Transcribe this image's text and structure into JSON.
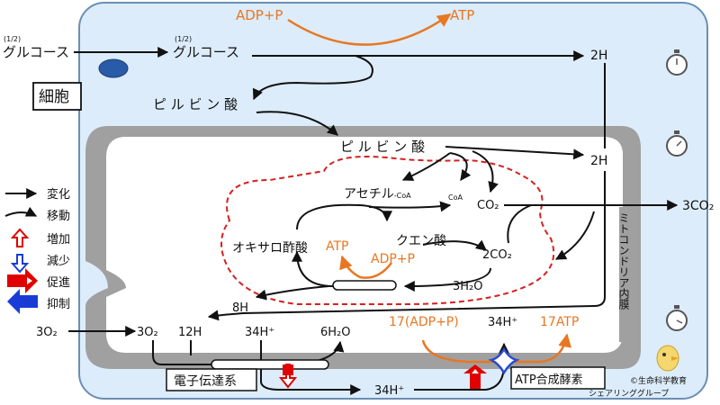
{
  "labels": {
    "adp_p_top": "ADP+P",
    "atp_top": "ATP",
    "glucose_half_a": "(1/2)",
    "glucose_a": "グルコース",
    "glucose_half_b": "(1/2)",
    "glucose_b": "グルコース",
    "two_h_top": "2H",
    "cell_box": "細胞",
    "pyruvate_a": "ピ ル ビ ン 酸",
    "pyruvate_b": "ピ ル ビ ン 酸",
    "two_h_mid": "2H",
    "acetyl": "アセチル",
    "acetyl_sub": "-CoA",
    "coa": "CoA",
    "co2_a": "CO₂",
    "three_co2": "3CO₂",
    "citric": "クエン酸",
    "oxalo": "オキサロ酢酸",
    "atp_mid": "ATP",
    "adp_p_mid": "ADP+P",
    "two_co2": "2CO₂",
    "three_h2o": "3H₂O",
    "eight_h": "8H",
    "three_o2_out": "3O₂",
    "three_o2_in": "3O₂",
    "twelve_h": "12H",
    "thirty_four_h_a": "34H⁺",
    "six_h2o": "6H₂O",
    "seventeen_adp": "17(ADP+P)",
    "thirty_four_h_b": "34H⁺",
    "seventeen_atp": "17ATP",
    "thirty_four_h_c": "34H⁺",
    "etc_box": "電子伝達系",
    "atp_synthase_box": "ATP合成酵素",
    "mito_membrane": "ミトコンドリア内膜",
    "copyright": "©生命科学教育",
    "copyright_b": "シェアリンググループ"
  },
  "legend": {
    "change": "変化",
    "move": "移動",
    "increase": "増加",
    "decrease": "減少",
    "promote": "促進",
    "inhibit": "抑制"
  },
  "colors": {
    "cell": "#dcecfb",
    "cell_border": "#6a8fb3",
    "mito_membrane": "#a0a0a0",
    "orange": "#e87722",
    "tca_dash": "#d62020",
    "red": "#e00000",
    "blue": "#1a3cd6",
    "atp_synthase": "#2a4bd0"
  },
  "icons": [
    "stopwatch-icon",
    "stopwatch-icon",
    "stopwatch-icon",
    "bird-mascot-icon",
    "glucose-transporter-icon"
  ]
}
